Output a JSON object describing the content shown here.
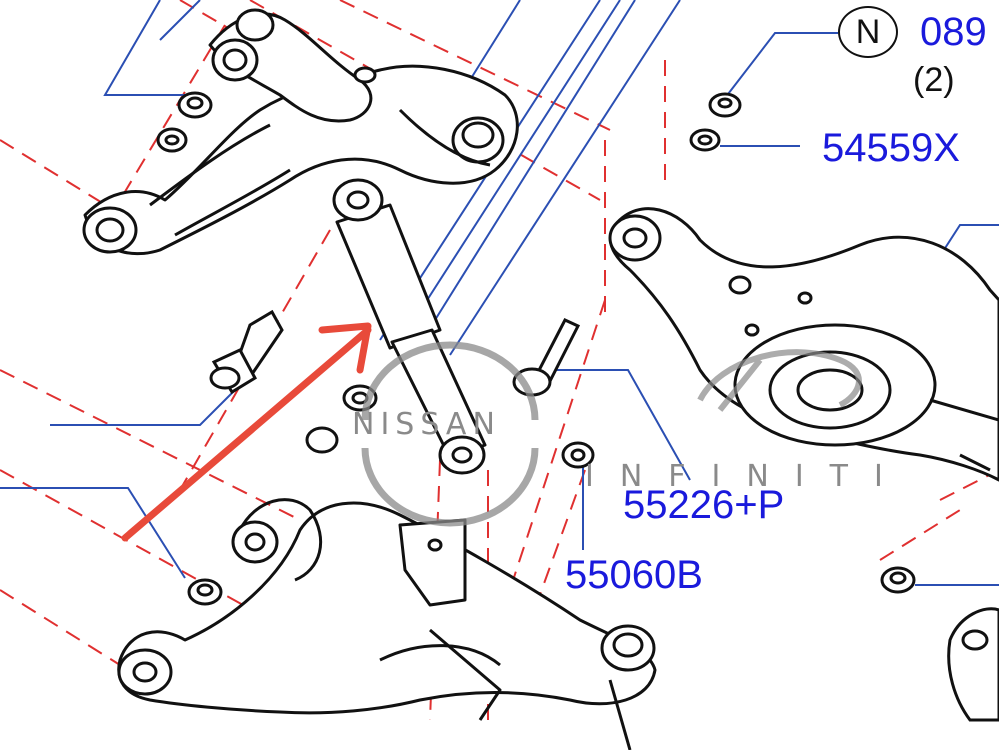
{
  "callouts": {
    "c1": "089",
    "c2": "54559X",
    "c3": "55226+P",
    "c4": "55060B"
  },
  "quantity": "(2)",
  "badge": "N",
  "watermarks": {
    "brand_1": "NISSAN",
    "brand_2": "INFINITI"
  },
  "colors": {
    "line_art": "#111111",
    "leader_lines": "#2b4fb3",
    "hidden_lines": "#e03030",
    "arrow": "#e84a3a",
    "label_text": "#1a1adc",
    "watermark": "#8a8a8a"
  }
}
